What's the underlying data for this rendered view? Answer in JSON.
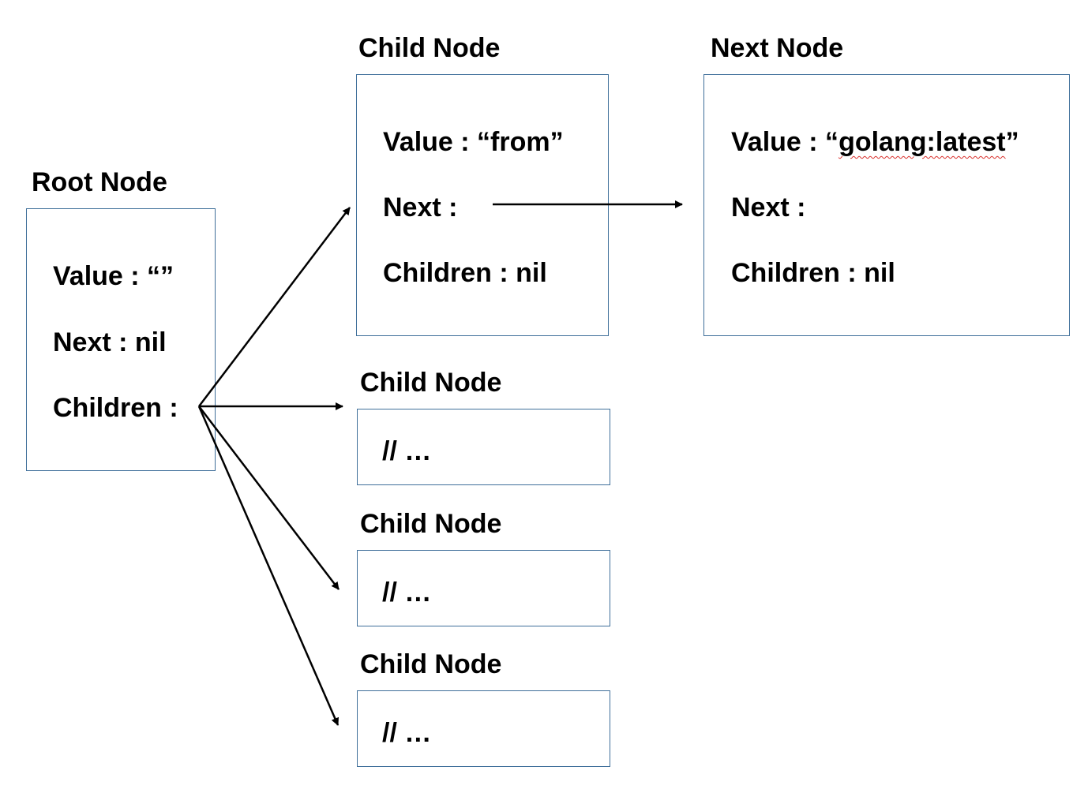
{
  "root_node": {
    "title": "Root Node",
    "value_line": "Value : “”",
    "next_line": "Next : nil",
    "children_line": "Children :"
  },
  "child_node_main": {
    "title": "Child Node",
    "value_line": "Value : “from”",
    "next_line": "Next :",
    "children_line": "Children : nil"
  },
  "next_node": {
    "title": "Next Node",
    "value_prefix": "Value : “",
    "value_text": "golang:latest",
    "value_suffix": "”",
    "next_line": "Next :",
    "children_line": "Children : nil"
  },
  "child_nodes": [
    {
      "title": "Child Node",
      "content": "// …"
    },
    {
      "title": "Child Node",
      "content": "// …"
    },
    {
      "title": "Child Node",
      "content": "// …"
    }
  ],
  "colors": {
    "box_border": "#3f6f9a",
    "text": "#000000",
    "spellcheck_underline": "#d9302c"
  }
}
